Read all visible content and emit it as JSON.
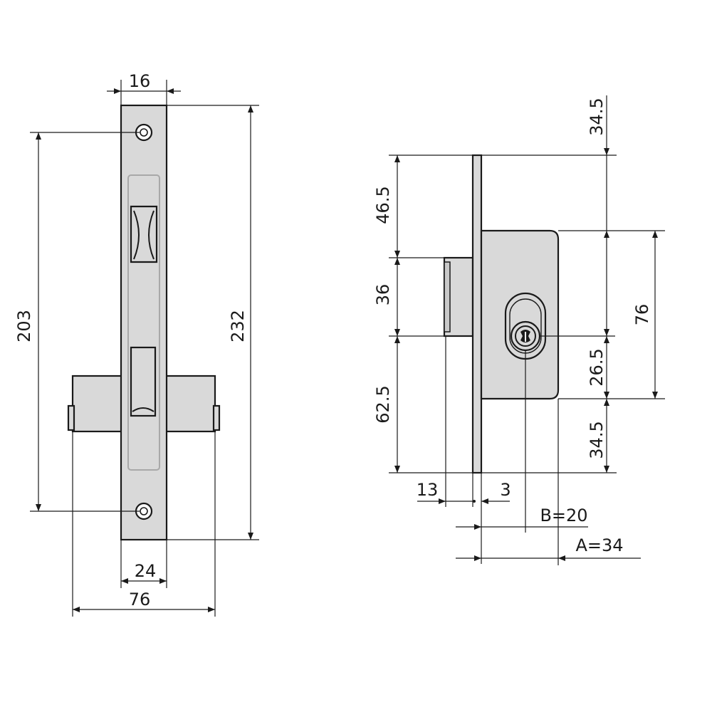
{
  "colors": {
    "ink": "#1a1a1a",
    "plate_fill": "#d9d9d9",
    "inner_fill": "#c9c9c9",
    "background": "#ffffff"
  },
  "front_view": {
    "dimensions": {
      "faceplate_width": "16",
      "screw_spacing": "203",
      "faceplate_height": "232",
      "case_depth": "24",
      "case_width": "76"
    }
  },
  "side_view": {
    "dimensions": {
      "top_offset": "34.5",
      "upper_height": "46.5",
      "bolt_height": "36",
      "body_height": "76",
      "lower_height": "62.5",
      "cylinder_offset": "26.5",
      "bottom_offset": "34.5",
      "bolt_projection": "13",
      "plate_thickness": "3",
      "backset_b": "B=20",
      "backset_a": "A=34"
    }
  }
}
